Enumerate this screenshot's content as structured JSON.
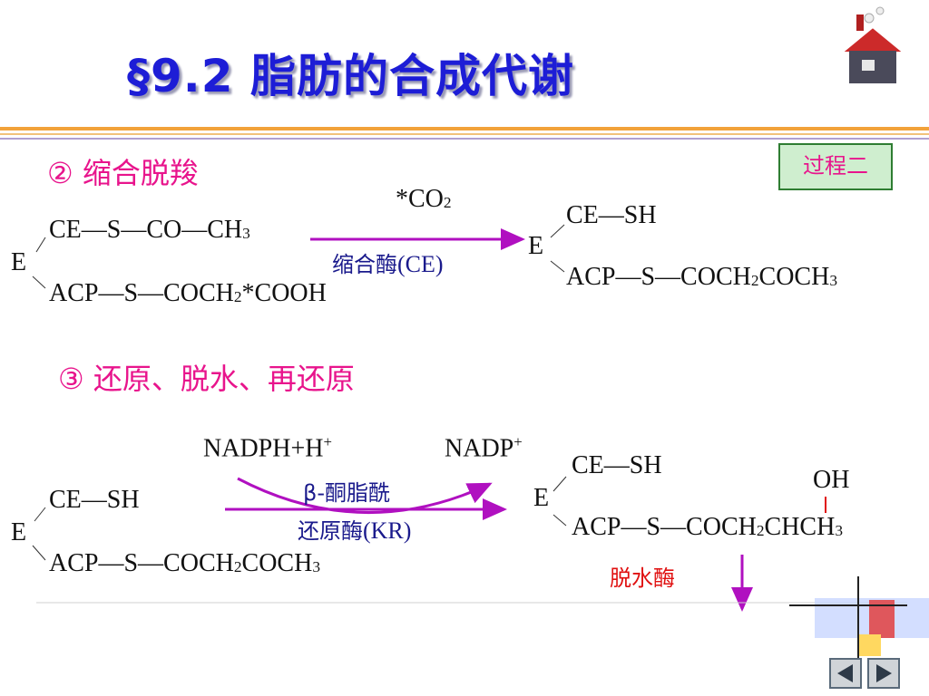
{
  "header": {
    "title": "§9.2 脂肪的合成代谢",
    "home_icon": "house-icon"
  },
  "step2": {
    "label": "② 缩合脱羧",
    "badge": "过程二",
    "reactant_top": [
      "CE—S—CO—CH",
      "3"
    ],
    "reactant_e": "E",
    "reactant_bottom": [
      "ACP—S—COCH",
      "2",
      "*COOH"
    ],
    "co2": [
      "*CO",
      "2"
    ],
    "enzyme": [
      "缩合酶",
      "(CE)"
    ],
    "product_top": "CE—SH",
    "product_e": "E",
    "product_bottom": [
      "ACP—S—COCH",
      "2",
      "COCH",
      "3"
    ]
  },
  "step3": {
    "label": "③ 还原、脱水、再还原",
    "reactant_top": "CE—SH",
    "reactant_e": "E",
    "reactant_bottom": [
      "ACP—S—COCH",
      "2",
      "COCH",
      "3"
    ],
    "cofactor_in": [
      "NADPH+H",
      "+"
    ],
    "cofactor_out": [
      "NADP",
      "+"
    ],
    "enzyme_line1": [
      "β",
      "-酮脂酰"
    ],
    "enzyme_line2": [
      "还原酶",
      "(KR)"
    ],
    "product_top": "CE—SH",
    "product_e": "E",
    "product_oh": "OH",
    "product_bottom": [
      "ACP—S—COCH",
      "2",
      "CHCH",
      "3"
    ],
    "next_enzyme": "脱水酶"
  },
  "nav": {
    "prev_icon": "triangle-left-icon",
    "next_icon": "triangle-right-icon"
  },
  "colors": {
    "title": "#1d1dd6",
    "section": "#e8148c",
    "arrow": "#b010c0",
    "enzyme_red": "#e01010"
  }
}
